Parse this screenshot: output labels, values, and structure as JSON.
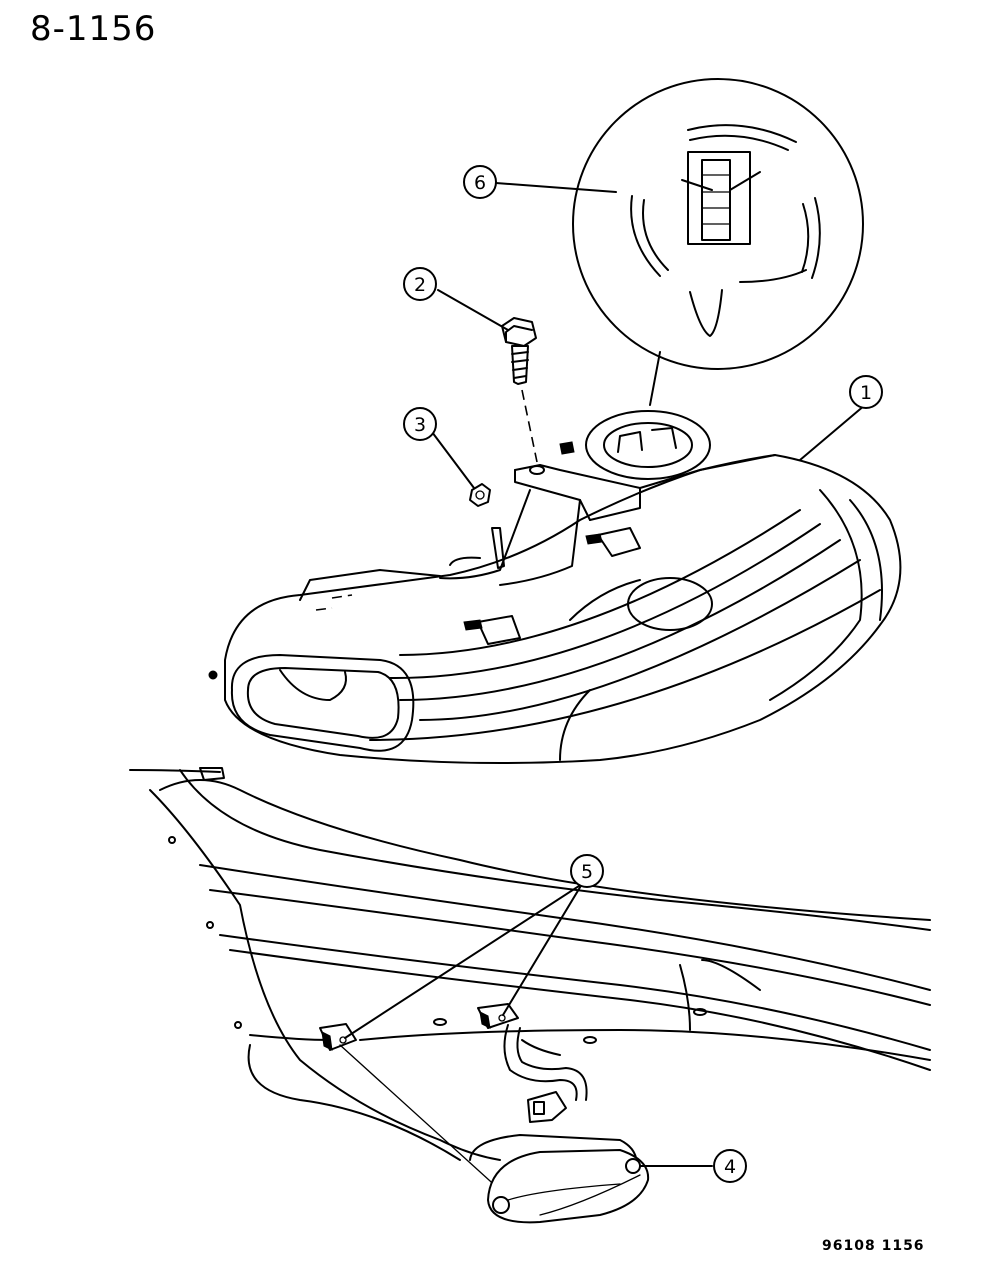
{
  "page_number": "8-1156",
  "reference_code": "96108 1156",
  "callouts": [
    {
      "label": "1"
    },
    {
      "label": "2"
    },
    {
      "label": "3"
    },
    {
      "label": "4"
    },
    {
      "label": "5"
    },
    {
      "label": "6"
    }
  ]
}
